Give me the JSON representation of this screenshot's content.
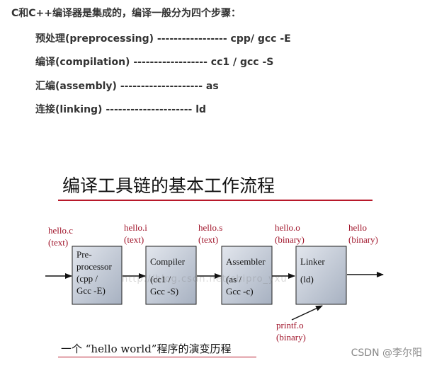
{
  "intro": "C和C++编译器是集成的，编译一般分为四个步骤：",
  "steps": [
    "预处理(preprocessing)  ----------------- cpp/ gcc -E",
    "编译(compilation) ------------------ cc1 / gcc -S",
    "汇编(assembly)  -------------------- as",
    "连接(linking) --------------------- ld"
  ],
  "diagram": {
    "title": "编译工具链的基本工作流程",
    "files": [
      {
        "name": "hello.c",
        "type": "(text)"
      },
      {
        "name": "hello.i",
        "type": "(text)"
      },
      {
        "name": "hello.s",
        "type": "(text)"
      },
      {
        "name": "hello.o",
        "type": "(binary)"
      },
      {
        "name": "hello",
        "type": "(binary)"
      }
    ],
    "stages": [
      {
        "lines": [
          "Pre-",
          "processor",
          "(cpp /",
          "Gcc -E)"
        ]
      },
      {
        "lines": [
          "Compiler",
          "",
          "(cc1 /",
          "Gcc -S)"
        ]
      },
      {
        "lines": [
          "Assembler",
          "",
          "(as /",
          "Gcc -c)"
        ]
      },
      {
        "lines": [
          "Linker",
          "",
          "(ld)"
        ]
      }
    ],
    "extra_input": {
      "name": "printf.o",
      "type": "(binary)"
    },
    "caption": "一个 “hello world”程序的演变历程"
  },
  "watermark": "http://blog.csdn.net/chipro_yxu",
  "credit": "CSDN @李尔阳",
  "colors": {
    "label_red": "#a0142a",
    "rule_red": "#b8182a",
    "box_light": "#e2e6ed",
    "box_dark": "#a7b1c1"
  }
}
